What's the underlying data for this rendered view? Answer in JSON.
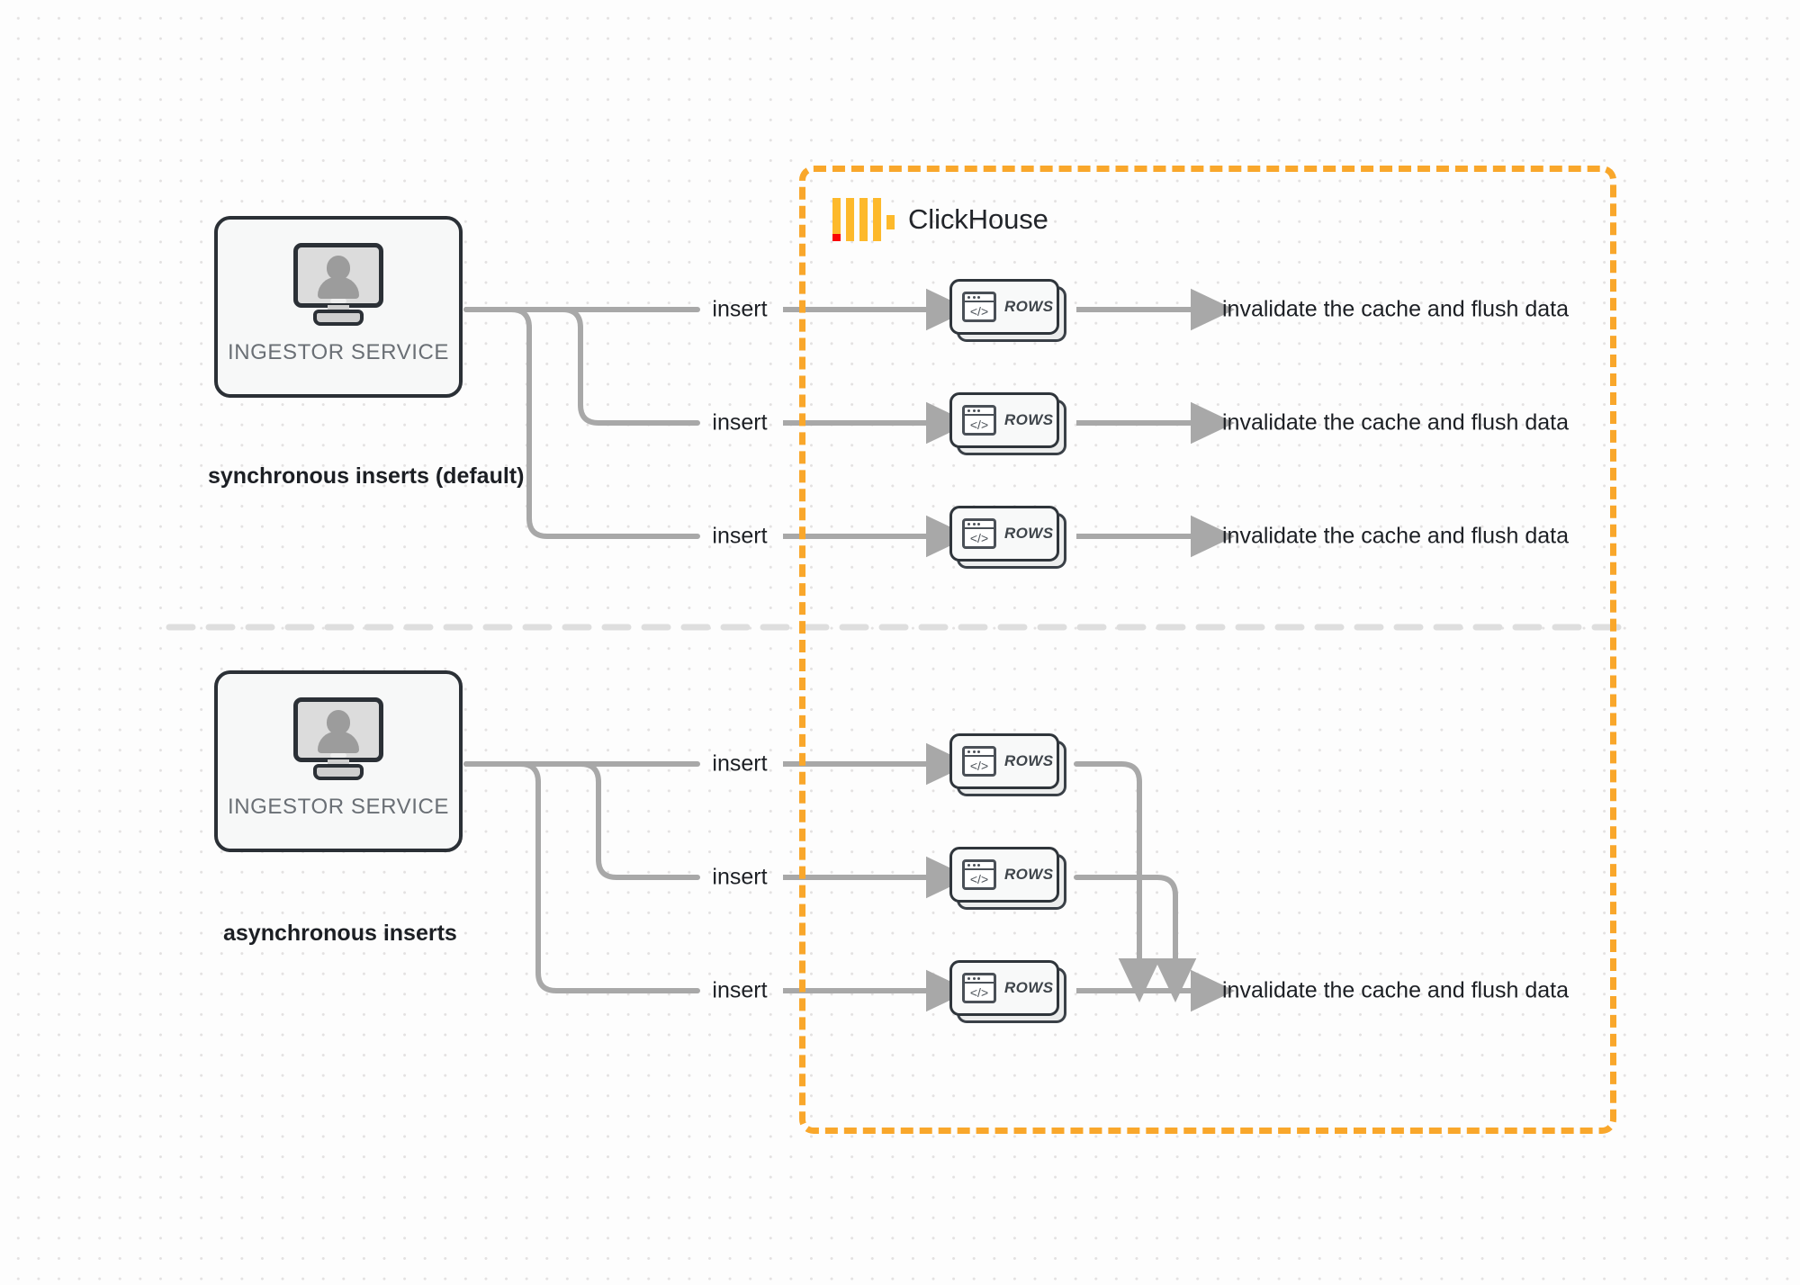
{
  "diagram": {
    "title": "ClickHouse synchronous vs asynchronous inserts",
    "background": "#fdfdfd",
    "accent_orange": "#F9A72B",
    "wire_gray": "#A8A8A8",
    "box_border": "#2b3036"
  },
  "clickhouse_zone": {
    "name": "ClickHouse",
    "logo_icon": "clickhouse-logo-icon",
    "border_style": "dashed",
    "border_color": "#F9A72B"
  },
  "sections": [
    {
      "id": "synchronous",
      "caption": "synchronous inserts (default)",
      "source": {
        "label": "INGESTOR SERVICE",
        "icon": "monitor-user-icon"
      },
      "flows": [
        {
          "insert_label": "insert",
          "card_label": "ROWS",
          "card_icon": "code-window-icon",
          "outcome_label": "invalidate the cache and flush data"
        },
        {
          "insert_label": "insert",
          "card_label": "ROWS",
          "card_icon": "code-window-icon",
          "outcome_label": "invalidate the cache and flush data"
        },
        {
          "insert_label": "insert",
          "card_label": "ROWS",
          "card_icon": "code-window-icon",
          "outcome_label": "invalidate the cache and flush data"
        }
      ]
    },
    {
      "id": "asynchronous",
      "caption": "asynchronous inserts",
      "source": {
        "label": "INGESTOR SERVICE",
        "icon": "monitor-user-icon"
      },
      "flows": [
        {
          "insert_label": "insert",
          "card_label": "ROWS",
          "card_icon": "code-window-icon"
        },
        {
          "insert_label": "insert",
          "card_label": "ROWS",
          "card_icon": "code-window-icon"
        },
        {
          "insert_label": "insert",
          "card_label": "ROWS",
          "card_icon": "code-window-icon"
        }
      ],
      "merged_outcome_label": "invalidate the cache and flush data"
    }
  ],
  "code_glyph": "</>"
}
